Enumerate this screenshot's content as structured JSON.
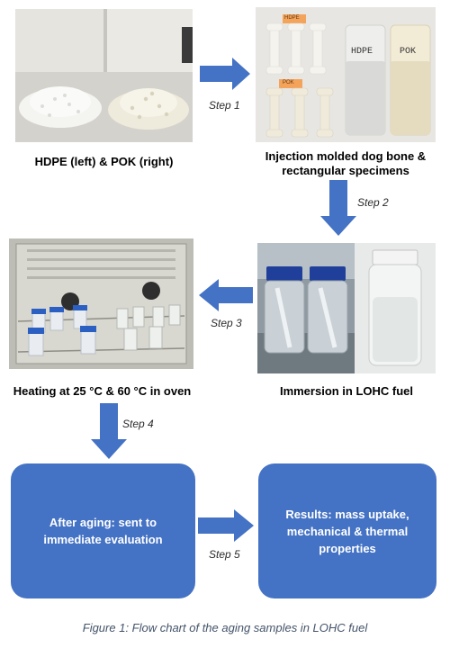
{
  "photos": {
    "pellets": {
      "hdpe_label": "",
      "pok_label": "",
      "caption": "HDPE (left) & POK (right)"
    },
    "specimens": {
      "tag_top": "HDPE",
      "tag_bottom": "POK",
      "plate_left_label": "HDPE",
      "plate_right_label": "POK",
      "caption_line1": "Injection molded dog bone &",
      "caption_line2": "rectangular specimens"
    },
    "oven": {
      "caption": "Heating at 25 °C & 60 °C in oven"
    },
    "immersion": {
      "caption": "Immersion in LOHC fuel"
    }
  },
  "steps": {
    "step1": "Step 1",
    "step2": "Step 2",
    "step3": "Step 3",
    "step4": "Step 4",
    "step5": "Step 5"
  },
  "boxes": {
    "after_aging": "After aging: sent to\nimmediate evaluation",
    "results": "Results: mass uptake,\nmechanical & thermal\nproperties"
  },
  "figure_caption": "Figure 1: Flow chart of the aging samples in LOHC fuel",
  "colors": {
    "arrow": "#4472c4",
    "box": "#4472c4",
    "caption": "#44546a"
  }
}
